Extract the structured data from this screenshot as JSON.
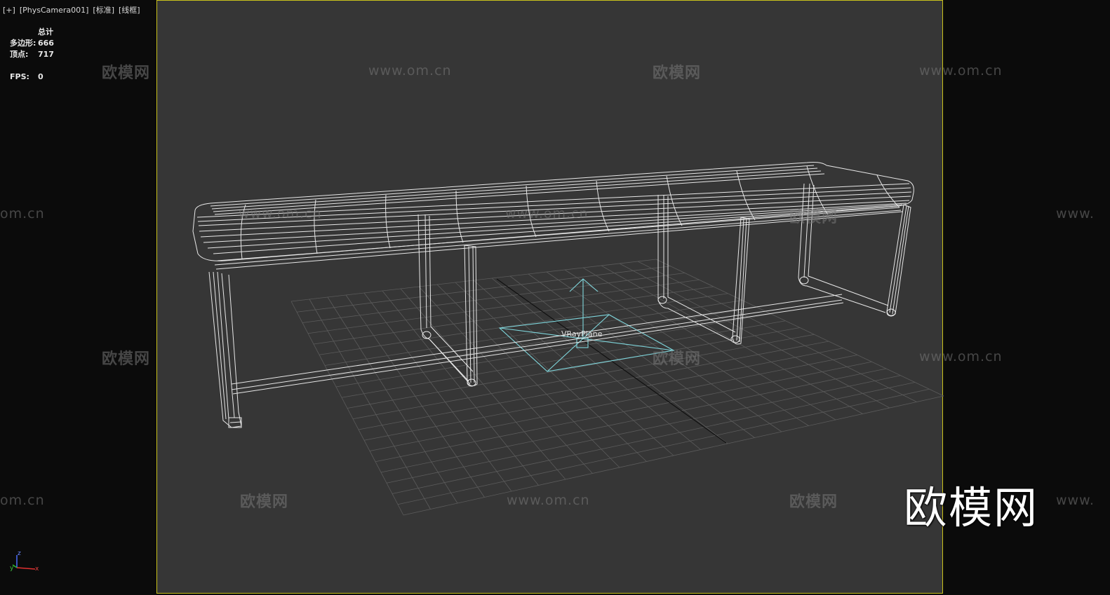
{
  "viewport": {
    "labels": [
      "[+]",
      "[PhysCamera001]",
      "[标准]",
      "[线框]"
    ]
  },
  "stats": {
    "header": "总计",
    "polygons_label": "多边形:",
    "polygons_value": "666",
    "vertices_label": "顶点:",
    "vertices_value": "717",
    "fps_label": "FPS:",
    "fps_value": "0"
  },
  "object_label": "VRayPlane",
  "watermark": {
    "logo_text": "欧模网",
    "url_text": "www.om.cn",
    "partial_url_left": "om.cn",
    "partial_url_right": "www."
  },
  "axis": {
    "z": "z",
    "x": "x",
    "y": "y"
  },
  "colors": {
    "safe_frame": "#c9c21c",
    "viewport_bg": "#363636",
    "wire": "#e6e6e6",
    "light": "#7fd6dc",
    "grid": "#5a5a5a"
  }
}
